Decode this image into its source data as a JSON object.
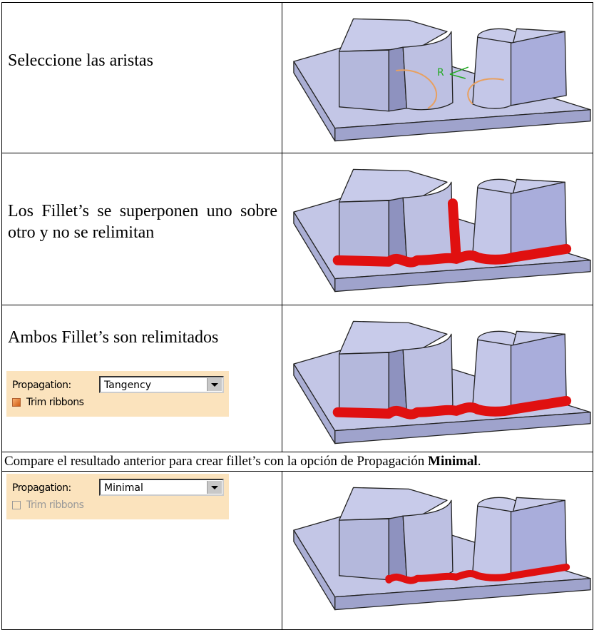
{
  "rows": [
    {
      "text": "Seleccione las aristas",
      "variant": "select"
    },
    {
      "text": "Los Fillet’s se superponen uno sobre otro y no se relimitan",
      "variant": "overlap"
    },
    {
      "text": "Ambos Fillet’s son relimitados",
      "variant": "trim",
      "panel": {
        "label": "Propagation:",
        "value": "Tangency",
        "checkbox_label": "Trim ribbons",
        "checked": true
      }
    }
  ],
  "compare": {
    "text": "Compare el resultado anterior para crear fillet’s con la opción de Propagación ",
    "bold": "Minimal",
    "end": "."
  },
  "minimal": {
    "variant": "minimal",
    "panel": {
      "label": "Propagation:",
      "value": "Minimal",
      "checkbox_label": "Trim ribbons",
      "checked": false
    }
  },
  "colors": {
    "face": "#b4b8dc",
    "fillet": "#e01010",
    "panel": "#fbe3bd",
    "selection": "#e8a060"
  }
}
